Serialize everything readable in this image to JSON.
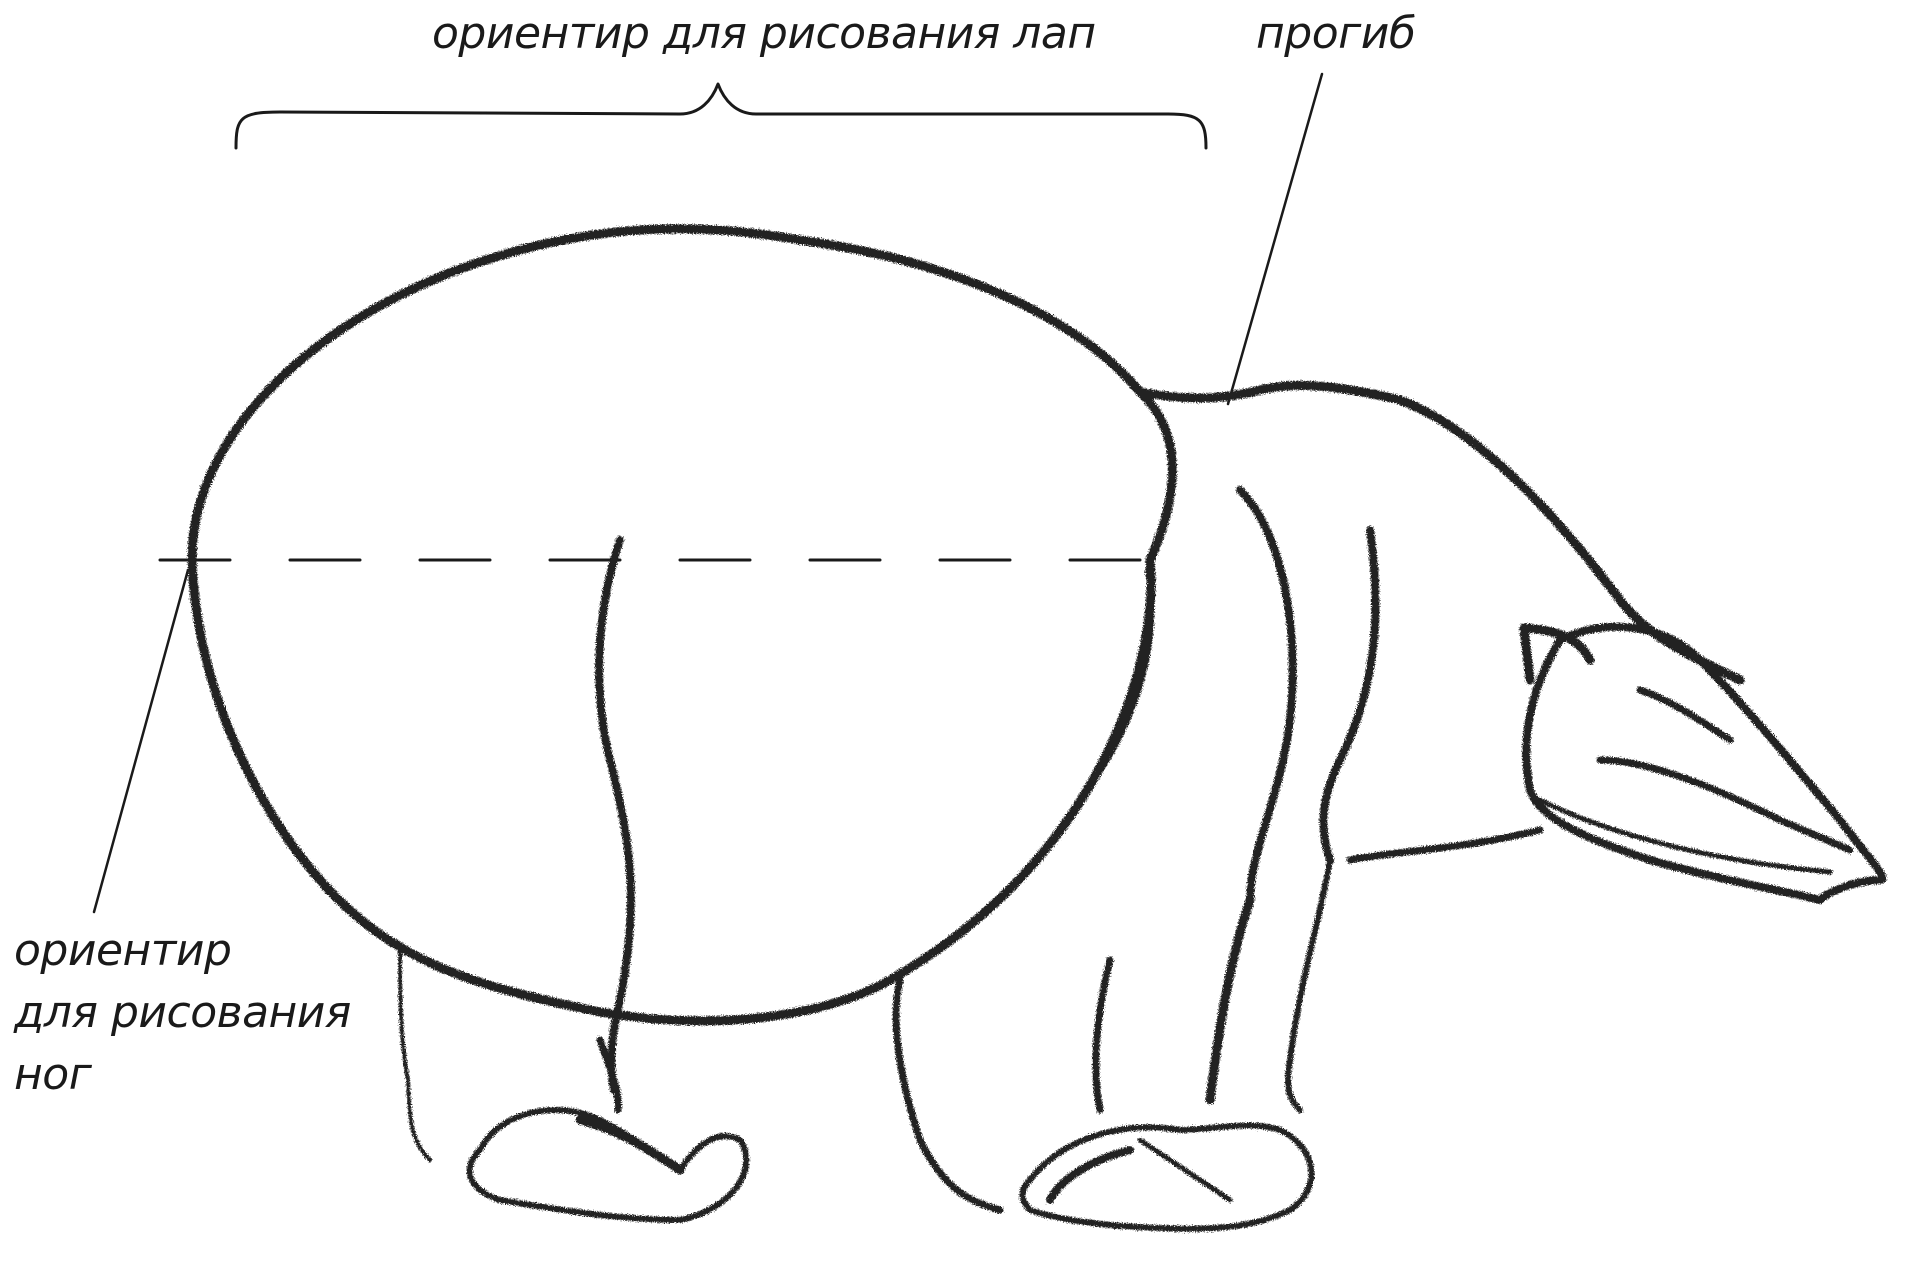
{
  "labels": {
    "paws_guide": "ориентир для рисования лап",
    "bend": "прогиб",
    "legs_guide": [
      "ориентир",
      "для рисования",
      "ног"
    ]
  },
  "colors": {
    "ink": "#1a1a1a",
    "charcoal": "#222222",
    "background": "#ffffff"
  }
}
